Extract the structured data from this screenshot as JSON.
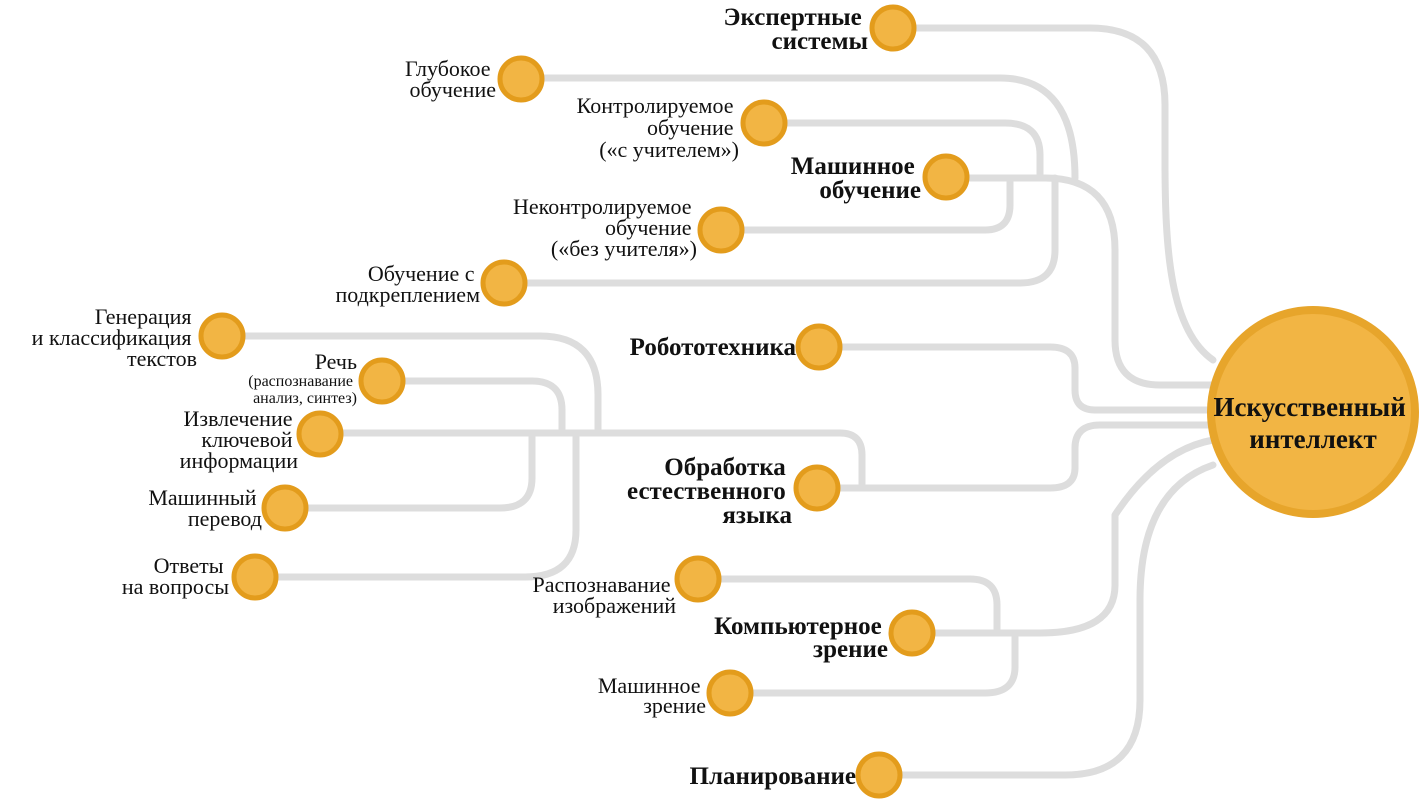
{
  "root": {
    "lines": [
      "Искусственный",
      "интеллект"
    ]
  },
  "nodes": {
    "expert": {
      "lines": [
        "Экспертные",
        "системы"
      ]
    },
    "deep": {
      "lines": [
        "Глубокое",
        "обучение"
      ]
    },
    "supervised": {
      "lines": [
        "Контролируемое",
        "обучение",
        "(«с учителем»)"
      ]
    },
    "ml": {
      "lines": [
        "Машинное",
        "обучение"
      ]
    },
    "unsupervised": {
      "lines": [
        "Неконтролируемое",
        "обучение",
        "(«без учителя»)"
      ]
    },
    "reinforcement": {
      "lines": [
        "Обучение с",
        "подкреплением"
      ]
    },
    "robotics": {
      "lines": [
        "Робототехника"
      ]
    },
    "textgen": {
      "lines": [
        "Генерация",
        "и классификация",
        "текстов"
      ]
    },
    "speech": {
      "lines": [
        "Речь"
      ],
      "sub": [
        "(распознавание",
        "анализ, синтез)"
      ]
    },
    "extraction": {
      "lines": [
        "Извлечение",
        "ключевой",
        "информации"
      ]
    },
    "nlp": {
      "lines": [
        "Обработка",
        "естественного",
        "языка"
      ]
    },
    "translation": {
      "lines": [
        "Машинный",
        "перевод"
      ]
    },
    "qa": {
      "lines": [
        "Ответы",
        "на вопросы"
      ]
    },
    "imgrec": {
      "lines": [
        "Распознавание",
        "изображений"
      ]
    },
    "cv": {
      "lines": [
        "Компьютерное",
        "зрение"
      ]
    },
    "machvision": {
      "lines": [
        "Машинное",
        "зрение"
      ]
    },
    "planning": {
      "lines": [
        "Планирование"
      ]
    }
  },
  "colors": {
    "node_fill": "#f2b544",
    "node_stroke": "#e39c1c",
    "edge": "#dddddd"
  }
}
